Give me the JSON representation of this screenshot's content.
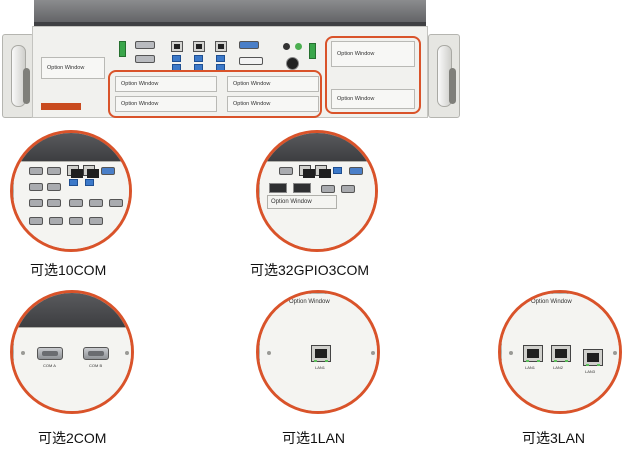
{
  "chassis": {
    "option_window_labels": [
      "Option Window",
      "Option Window",
      "Option Window",
      "Option Window",
      "Option Window",
      "Option Window",
      "Option Window"
    ]
  },
  "options": [
    {
      "caption": "可选10COM"
    },
    {
      "caption": "可选32GPIO3COM",
      "window_label": "Option Window"
    },
    {
      "caption": "可选2COM",
      "port_labels": [
        "COM A",
        "COM B"
      ]
    },
    {
      "caption": "可选1LAN",
      "window_label": "Option Window",
      "port_labels": [
        "LAN1"
      ]
    },
    {
      "caption": "可选3LAN",
      "window_label": "Option Window",
      "port_labels": [
        "LAN1",
        "LAN2",
        "LAN3"
      ]
    }
  ],
  "colors": {
    "highlight": "#d9532a",
    "chassis_face": "#f1f1ee",
    "usb_blue": "#3c79c9",
    "terminal_green": "#3aa64a"
  }
}
